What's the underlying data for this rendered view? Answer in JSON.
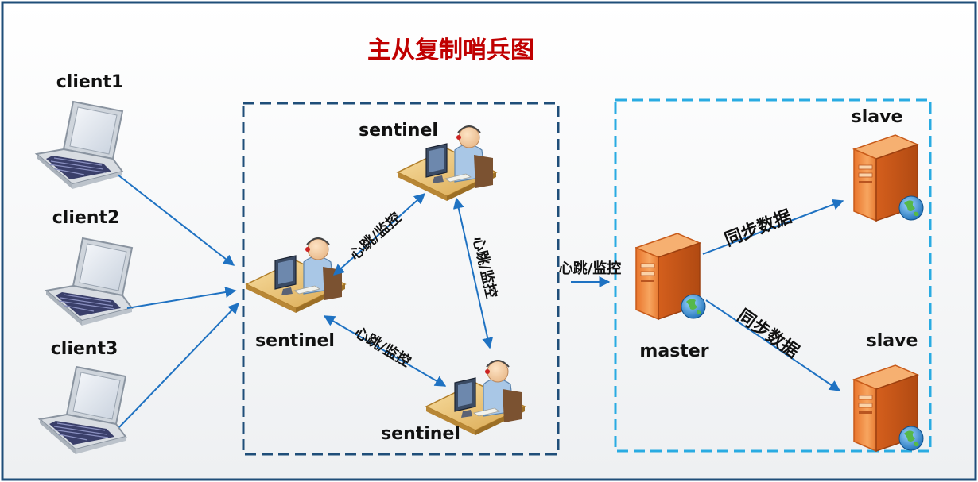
{
  "title": "主从复制哨兵图",
  "clients": [
    "client1",
    "client2",
    "client3"
  ],
  "sentinels": [
    "sentinel",
    "sentinel",
    "sentinel"
  ],
  "master": "master",
  "slaves": [
    "slave",
    "slave"
  ],
  "edges": {
    "sentinel_top_left": "心跳/监控",
    "sentinel_top_bottom": "心跳/监控",
    "sentinel_left_bottom": "心跳/监控",
    "sentinel_to_master": "心跳/监控",
    "master_to_slave_top": "同步数据",
    "master_to_slave_bottom": "同步数据"
  },
  "colors": {
    "title": "#c00000",
    "arrow": "#1f72c2",
    "frame": "#1f4e79",
    "sentinel_box": "#1f4e79",
    "replica_box": "#29abe2",
    "server": "#f08a3c"
  }
}
